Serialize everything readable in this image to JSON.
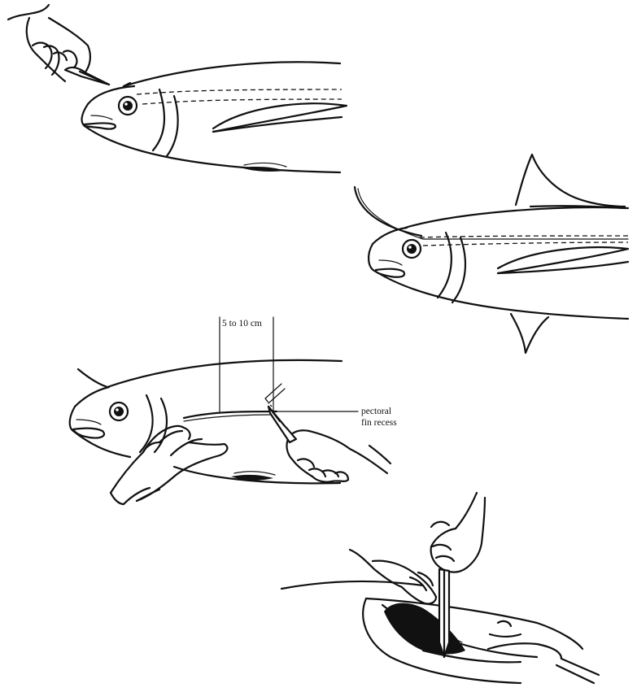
{
  "annotations": {
    "measure": "5 to 10 cm",
    "fin_recess_line1": "pectoral",
    "fin_recess_line2": "fin recess"
  }
}
